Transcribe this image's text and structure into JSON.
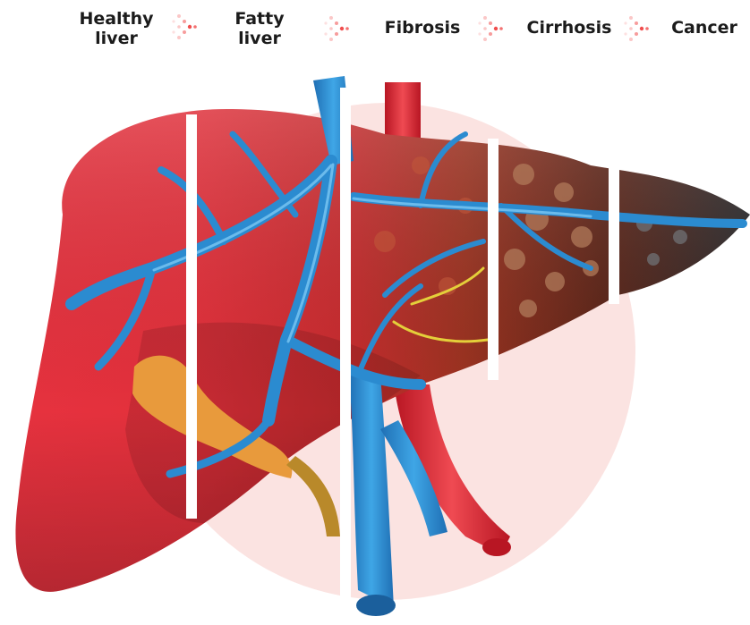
{
  "stages": [
    {
      "label": "Healthy\nliver"
    },
    {
      "label": "Fatty\nliver"
    },
    {
      "label": "Fibrosis"
    },
    {
      "label": "Cirrhosis"
    },
    {
      "label": "Cancer"
    }
  ],
  "colors": {
    "chevron_light": "#fbc7c7",
    "chevron_dark": "#f04e4e",
    "backdrop_circle": "#fbe3e1",
    "healthy": "#e7323f",
    "fatty": "#d92a36",
    "fibrosis": "#a5331f",
    "cirrhosis": "#5e2518",
    "cancer": "#2a2a2c",
    "vein_blue": "#2b8bd0",
    "artery_red": "#d9202d",
    "gallbladder": "#e89a3c"
  },
  "icons": [
    "chevron-right-icon"
  ]
}
